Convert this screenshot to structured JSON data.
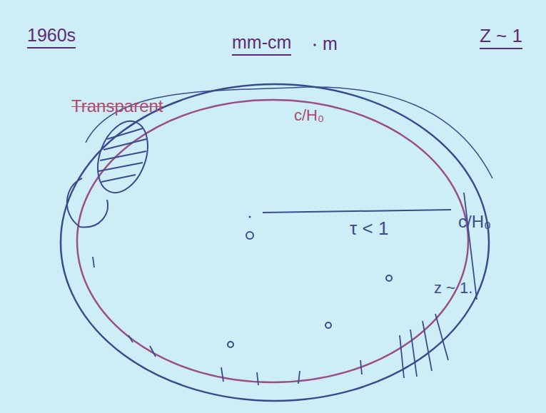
{
  "diagram": {
    "labels": [
      "1960s",
      "mm-cm",
      "m",
      "Z ~ 1",
      "Transparent",
      "c/H₀",
      "τ < 1",
      "c/H₀",
      "z ~ 1."
    ]
  }
}
